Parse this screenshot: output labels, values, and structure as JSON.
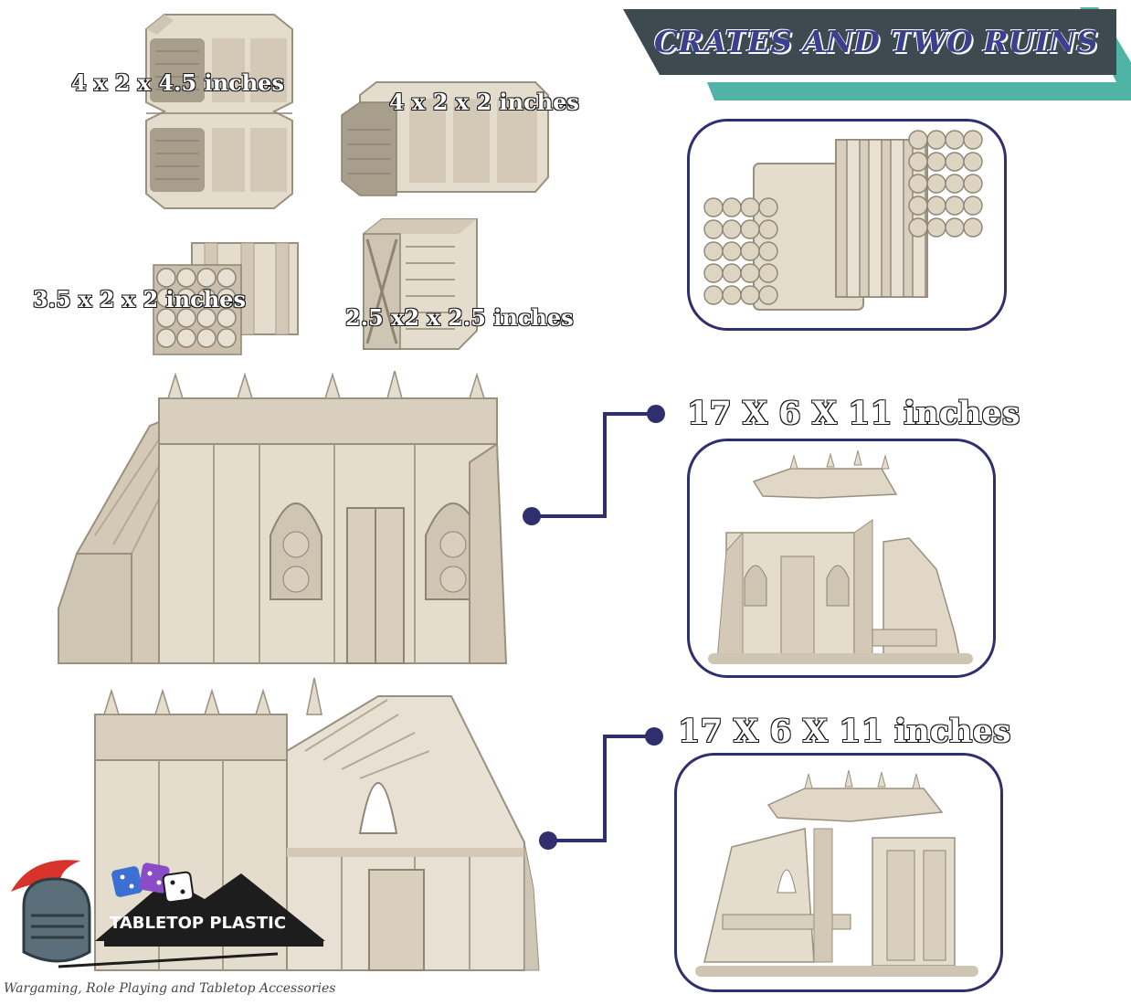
{
  "banner": {
    "title": "CRATES AND TWO RUINS",
    "colors": {
      "dark": "#3d4a4f",
      "accent": "#4fb3a6",
      "title": "#3a3f8f"
    }
  },
  "crates": [
    {
      "name": "tall-double-crate",
      "dimensions": "4 x 2 x 4.5  inches"
    },
    {
      "name": "octagonal-crate",
      "dimensions": "4 x 2 x 2  inches"
    },
    {
      "name": "pipe-bundle-crate",
      "dimensions": "3.5 x 2 x 2  inches"
    },
    {
      "name": "square-crate",
      "dimensions": "2.5 x2 x 2.5  inches"
    }
  ],
  "ruins": [
    {
      "name": "ruin-one",
      "dimensions": "17 X 6 X 11  inches"
    },
    {
      "name": "ruin-two",
      "dimensions": "17 X 6 X 11  inches"
    }
  ],
  "logo": {
    "name": "TABLETOP PLASTIC",
    "tagline": "Wargaming, Role Playing and Tabletop Accessories",
    "colors": {
      "helmet": "#5a6f7a",
      "plume": "#d8332b",
      "dice_blue": "#3b6fd1",
      "dice_purple": "#8a4cc7"
    }
  },
  "colors": {
    "model": "#e4dccd",
    "model_shadow": "#b9ae9b",
    "frame": "#2f2f6e",
    "connector": "#2f2f6e"
  }
}
